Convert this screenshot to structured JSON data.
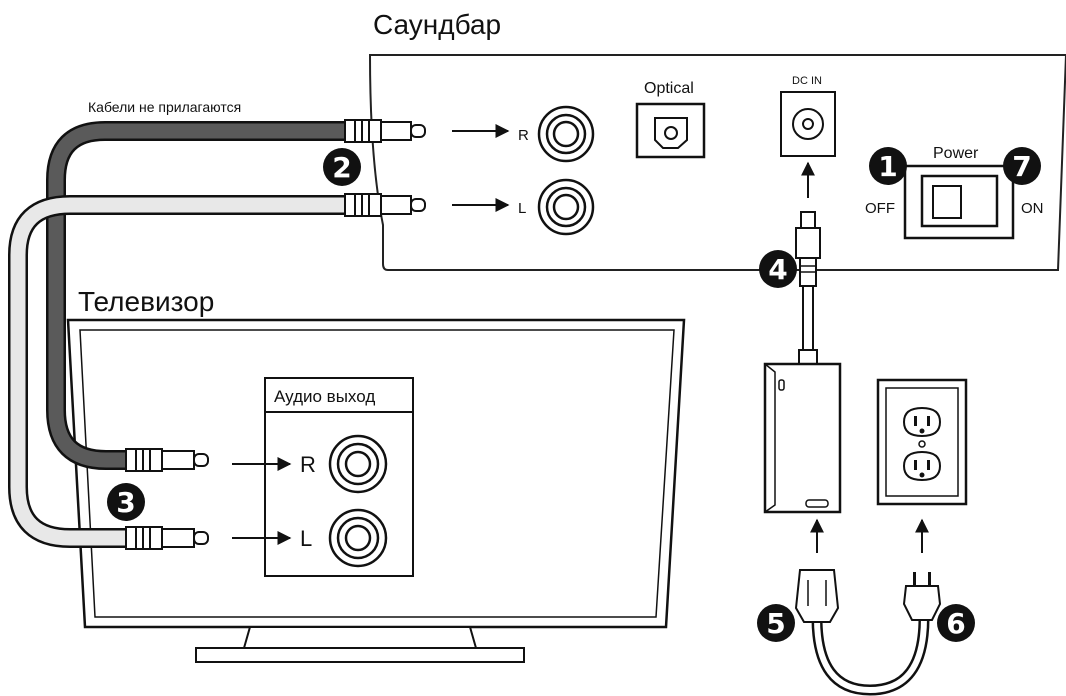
{
  "soundbar": {
    "title": "Саундбар",
    "port_optical": "Optical",
    "port_dcin": "DC IN",
    "jack_r": "R",
    "jack_l": "L",
    "power_label": "Power",
    "off_label": "OFF",
    "on_label": "ON"
  },
  "cables_note": "Кабели не прилагаются",
  "tv": {
    "title": "Телевизор",
    "audio_out": "Аудио выход",
    "jack_r": "R",
    "jack_l": "L"
  },
  "steps": {
    "s1": "1",
    "s2": "2",
    "s3": "3",
    "s4": "4",
    "s5": "5",
    "s6": "6",
    "s7": "7"
  },
  "colors": {
    "cable_dark": "#5a5a5a",
    "cable_light": "#e8e8e8",
    "badge": "#111111",
    "line": "#111111"
  },
  "icons": [
    "power-switch-icon",
    "wall-outlet-icon",
    "power-adapter-icon",
    "rca-plug-icon",
    "optical-port-icon"
  ]
}
